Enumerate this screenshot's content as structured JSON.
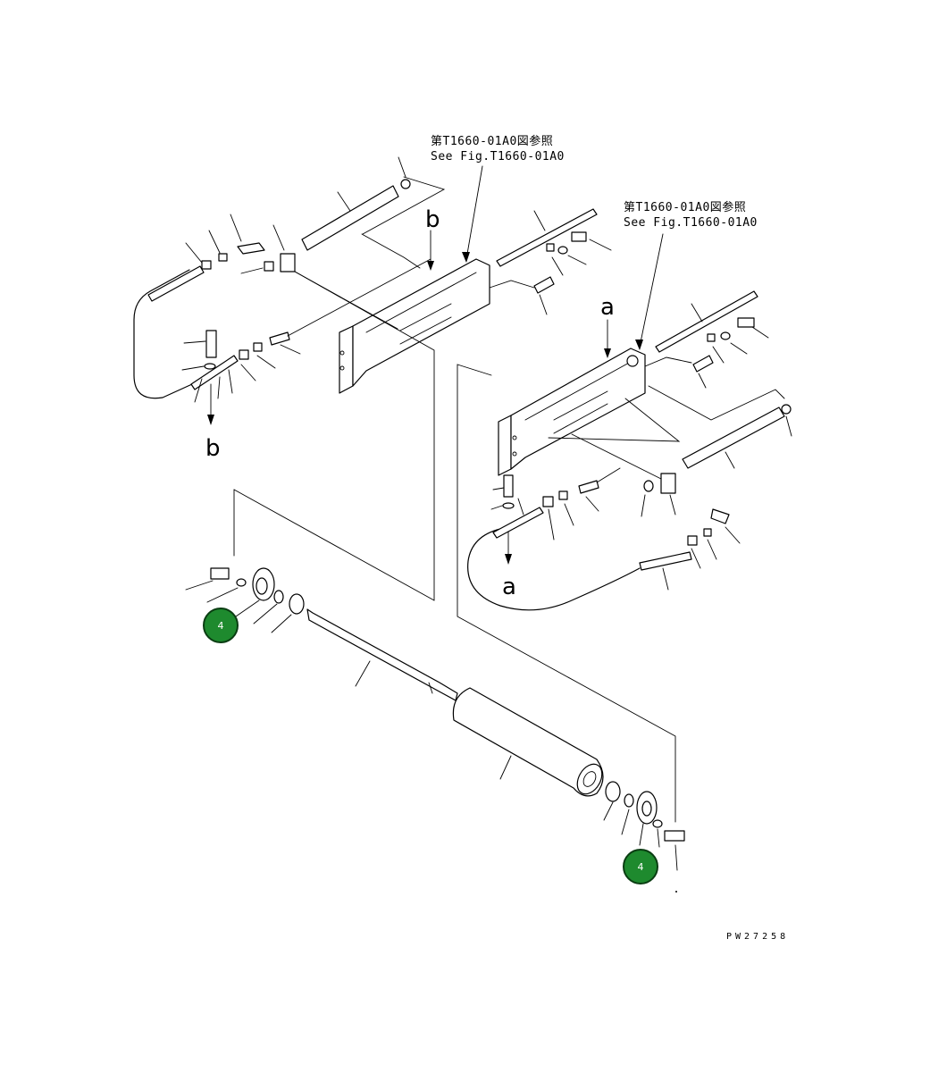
{
  "references": {
    "upper": {
      "line1": "第T1660-01A0図参照",
      "line2": "See Fig.T1660-01A0"
    },
    "right": {
      "line1": "第T1660-01A0図参照",
      "line2": "See Fig.T1660-01A0"
    }
  },
  "view_markers": {
    "b_top": "b",
    "b_bottom": "b",
    "a_top": "a",
    "a_bottom": "a"
  },
  "badges": [
    {
      "label": "4",
      "color": "#1e8a2e"
    },
    {
      "label": "4",
      "color": "#1e8a2e"
    }
  ],
  "drawing_code": "PW27258",
  "colors": {
    "line": "#000000",
    "badge_fill": "#1e8a2e",
    "badge_ring": "#0a3d12"
  }
}
